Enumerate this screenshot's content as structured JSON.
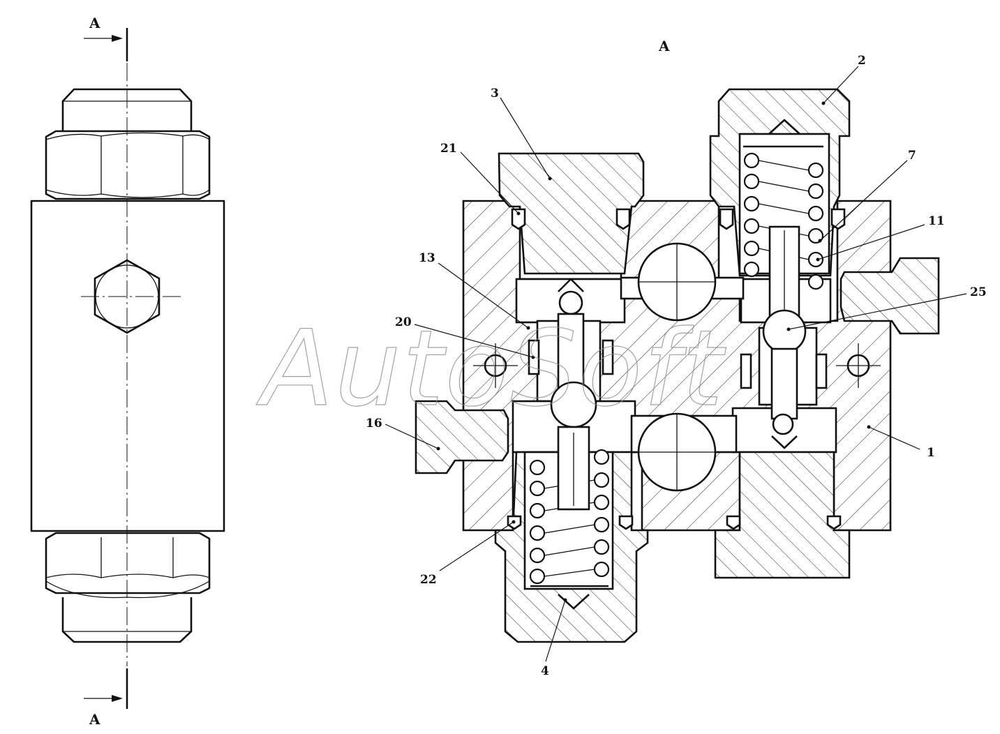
{
  "section_marks": {
    "top": "A",
    "bottom": "A",
    "view_title": "A"
  },
  "watermark": "AutoSoft",
  "callouts": [
    {
      "id": "c1",
      "text": "1"
    },
    {
      "id": "c2",
      "text": "2"
    },
    {
      "id": "c3",
      "text": "3"
    },
    {
      "id": "c4",
      "text": "4"
    },
    {
      "id": "c7",
      "text": "7"
    },
    {
      "id": "c11",
      "text": "11"
    },
    {
      "id": "c13",
      "text": "13"
    },
    {
      "id": "c16",
      "text": "16"
    },
    {
      "id": "c20",
      "text": "20"
    },
    {
      "id": "c21",
      "text": "21"
    },
    {
      "id": "c22",
      "text": "22"
    },
    {
      "id": "c25",
      "text": "25"
    }
  ],
  "colors": {
    "line": "#111111",
    "watermark": "#8a8a8a",
    "background": "#ffffff"
  }
}
